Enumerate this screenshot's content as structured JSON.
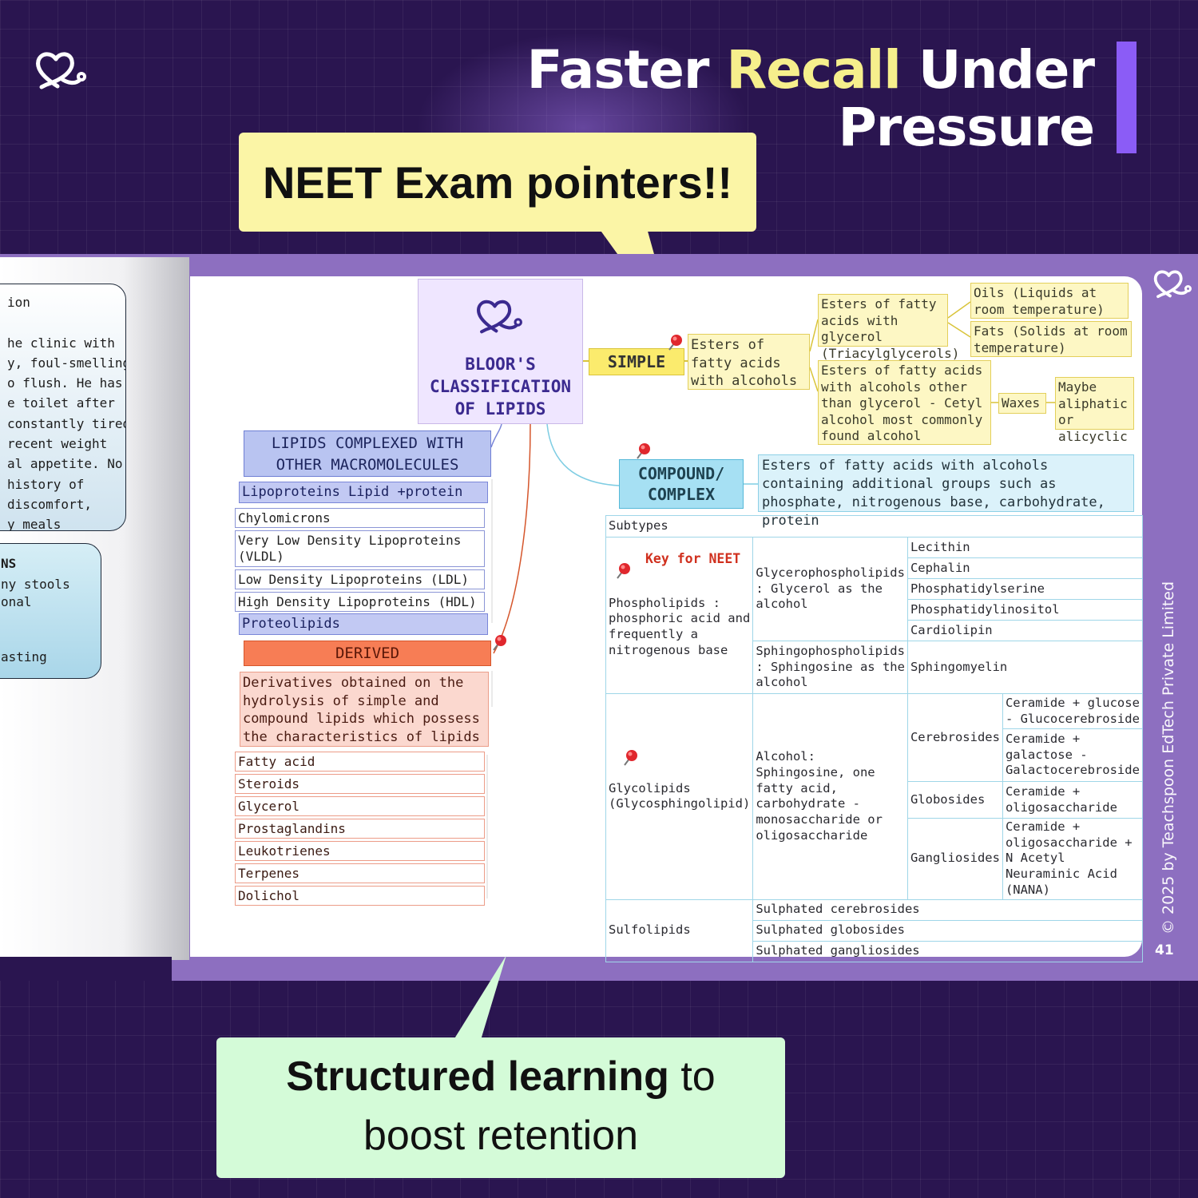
{
  "header": {
    "title_part1": "Faster ",
    "title_highlight": "Recall",
    "title_part2": " Under",
    "title_line2": "Pressure"
  },
  "callout_top": "NEET Exam pointers!!",
  "callout_bottom": {
    "bold": "Structured learning",
    "rest1": " to",
    "line2": "boost retention"
  },
  "left_page": {
    "case_lines": [
      "ion",
      "",
      "he clinic with",
      "y, foul-smelling",
      "o flush. He has",
      "e toilet after",
      "constantly tired",
      " recent weight",
      "al appetite. No",
      " history of",
      "discomfort,",
      "y meals"
    ],
    "signs_title": "NS",
    "signs_lines": [
      "ny stools",
      "onal",
      "asting"
    ]
  },
  "mindmap": {
    "title": [
      "BLOOR'S",
      "CLASSIFICATION",
      "OF LIPIDS"
    ],
    "simple": {
      "label": "SIMPLE",
      "desc": "Esters of fatty acids with alcohols",
      "glycerol": "Esters of fatty acids with glycerol (Triacylglycerols)",
      "oils": "Oils (Liquids at room temperature)",
      "fats": "Fats (Solids at room temperature)",
      "other": "Esters of fatty acids with alcohols other than glycerol - Cetyl alcohol most commonly found alcohol",
      "waxes": "Waxes",
      "maybe": "Maybe aliphatic or alicyclic"
    },
    "compound": {
      "label": "COMPOUND/ COMPLEX",
      "label_line1": "COMPOUND/",
      "label_line2": "COMPLEX",
      "desc": "Esters of fatty acids with alcohols containing additional groups such as phosphate, nitrogenous base, carbohydrate, protein"
    },
    "complexed": {
      "label_line1": "LIPIDS COMPLEXED WITH",
      "label_line2": "OTHER MACROMOLECULES",
      "lipoproteins": "Lipoproteins Lipid +protein",
      "items": [
        "Chylomicrons",
        "Very Low Density Lipoproteins (VLDL)",
        "Low Density Lipoproteins (LDL)",
        "High Density Lipoproteins (HDL)"
      ],
      "proteolipids": "Proteolipids"
    },
    "derived": {
      "label": "DERIVED",
      "desc": "Derivatives obtained on the hydrolysis of simple and compound lipids which possess the characteristics of lipids",
      "items": [
        "Fatty acid",
        "Steroids",
        "Glycerol",
        "Prostaglandins",
        "Leukotrienes",
        "Terpenes",
        "Dolichol"
      ]
    },
    "subtypes": {
      "header": "Subtypes",
      "key_for_neet": "Key for NEET",
      "phospholipids": "Phospholipids : phosphoric acid and frequently a nitrogenous base",
      "glycerophospholipids": "Glycerophospholipids : Glycerol as the alcohol",
      "glycero_items": [
        "Lecithin",
        "Cephalin",
        "Phosphatidylserine",
        "Phosphatidylinositol",
        "Cardiolipin"
      ],
      "sphingophospholipids": "Sphingophospholipids : Sphingosine as the alcohol",
      "sphingomyelin": "Sphingomyelin",
      "glycolipids": "Glycolipids (Glycosphingolipid)",
      "glyco_alcohol": "Alcohol: Sphingosine, one fatty acid, carbohydrate - monosaccharide or oligosaccharide",
      "cerebrosides": "Cerebrosides",
      "cer1": "Ceramide + glucose - Glucocerebroside",
      "cer2": "Ceramide + galactose - Galactocerebroside",
      "globosides": "Globosides",
      "glob1": "Ceramide + oligosaccharide",
      "gangliosides": "Gangliosides",
      "gang1": "Ceramide + oligosaccharide + N Acetyl Neuraminic Acid (NANA)",
      "sulfolipids": "Sulfolipids",
      "sulfo_items": [
        "Sulphated cerebrosides",
        "Sulphated globosides",
        "Sulphated gangliosides"
      ]
    }
  },
  "footer": {
    "copyright": "© 2025 by Teachspoon EdTech Private Limited",
    "page_number": "41"
  },
  "icons": {
    "brand": "heart-stethoscope-icon",
    "pin": "pushpin-icon"
  },
  "colors": {
    "background": "#2a1550",
    "accent": "#8b5cf6",
    "highlight": "#f6ef8c",
    "callout_yellow": "#fbf5a6",
    "callout_green": "#d4fbd8"
  }
}
